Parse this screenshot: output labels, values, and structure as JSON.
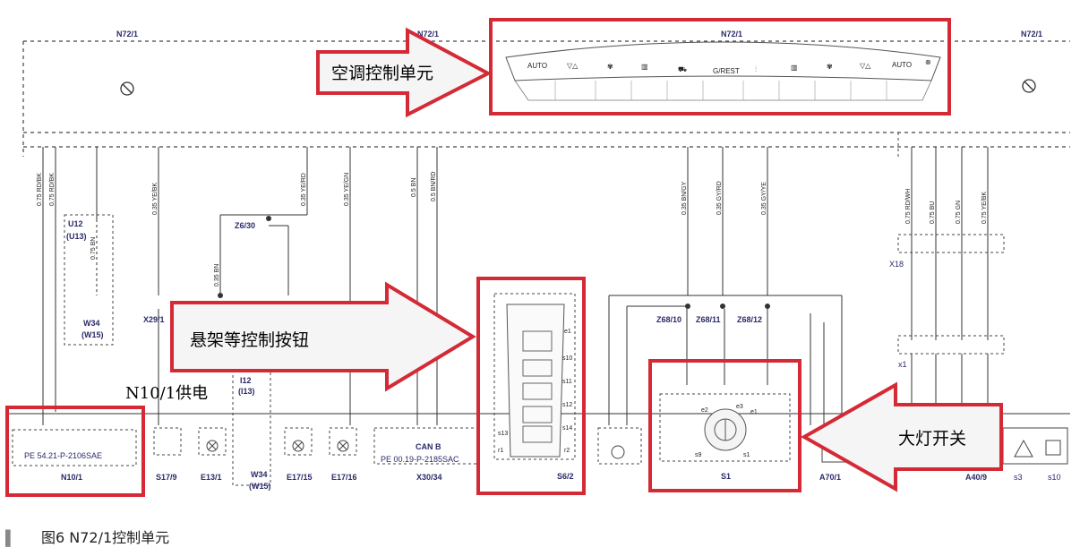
{
  "connector_label": "N72/1",
  "panel_label": "N72/1",
  "panel_buttons": [
    "AUTO",
    "▽△",
    "✾",
    "▥",
    "⛟",
    "G/REST",
    "⫶",
    "▥",
    "✾",
    "▽△",
    "AUTO",
    "⊗"
  ],
  "annotations": {
    "ac_control": "空调控制单元",
    "suspension_buttons": "悬架等控制按钮",
    "headlight_switch": "大灯开关",
    "n10_supply": "N10/1供电"
  },
  "wire_labels": {
    "w1": "0.75 RD/BK",
    "w2": "0.75 RD/BK",
    "w3": "0.75 BN",
    "w4": "0.35 YE/BK",
    "w5": "0.35 BN",
    "w6": "0.35 YE/RD",
    "w7": "0.35 YE/GN",
    "w8": "0.5 BN",
    "w9": "0.5 BN/RD",
    "w10": "0.35 BN/GY",
    "w11": "0.35 GY/RD",
    "w12": "0.35 GY/YE",
    "r1": "0.75 RD/WH",
    "r2": "0.75 BU",
    "r3": "0.75 GN",
    "r4": "0.75 YE/BK"
  },
  "components": {
    "u12": "U12",
    "u13": "(U13)",
    "w34": "W34",
    "w15": "(W15)",
    "x29": "X29/1",
    "z6_30": "Z6/30",
    "z68_10": "Z68/10",
    "z68_11": "Z68/11",
    "z68_12": "Z68/12",
    "x18": "X18",
    "x1": "x1",
    "n10_1": "N10/1",
    "s17_9": "S17/9",
    "e13_1": "E13/1",
    "e17_15": "E17/15",
    "e17_16": "E17/16",
    "x30_34": "X30/34",
    "s6_2": "S6/2",
    "s1": "S1",
    "a70_1": "A70/1",
    "a40_9": "A40/9",
    "s3": "s3",
    "s10": "s10",
    "can_b": "CAN B",
    "pe1": "PE 54.21-P-2106SAE",
    "pe2": "PE 00.19-P-2185SAC",
    "i12": "I12",
    "i13": "(I13)"
  },
  "s6_pins": [
    "e1",
    "s10",
    "s11",
    "s12",
    "s14",
    "s13",
    "r1",
    "r2"
  ],
  "s1_pins": [
    "e2",
    "e3",
    "e1",
    "s9",
    "s1"
  ],
  "caption": {
    "marker": "▌",
    "text": "图6   N72/1控制单元"
  },
  "colors": {
    "highlight": "#d42a36",
    "arrow_fill": "#f5f5f5",
    "wire": "#333333",
    "label": "#2a2a6a"
  }
}
